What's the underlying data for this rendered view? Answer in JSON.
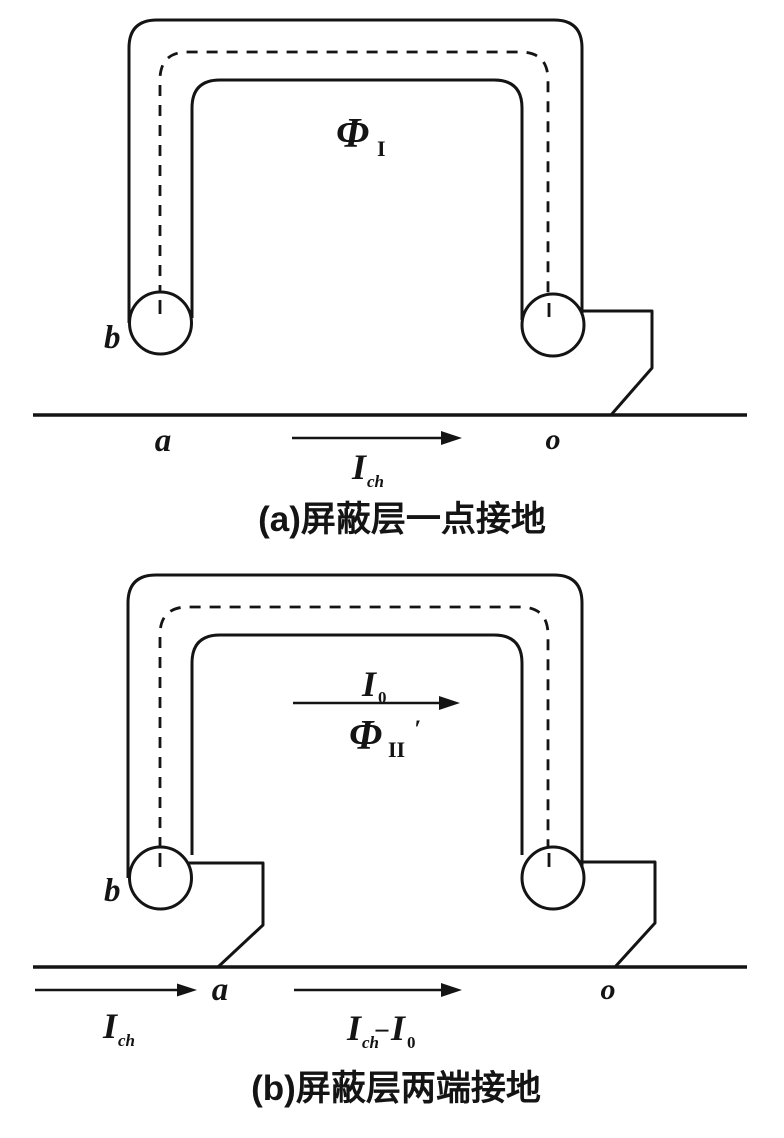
{
  "colors": {
    "ink": "#141414",
    "background": "#ffffff"
  },
  "diagram_a": {
    "caption": "(a)屏蔽层一点接地",
    "flux": {
      "symbol": "Φ",
      "subscript": "I"
    },
    "node_b": "b",
    "node_a": "a",
    "node_o": "o",
    "current_arrow": {
      "symbol": "I",
      "subscript": "ch"
    }
  },
  "diagram_b": {
    "caption": "(b)屏蔽层两端接地",
    "shield_current": {
      "symbol": "I",
      "subscript": "0"
    },
    "flux": {
      "symbol": "Φ",
      "subscript": "II",
      "prime": "′"
    },
    "node_b": "b",
    "node_a": "a",
    "node_o": "o",
    "current_in": {
      "symbol": "I",
      "subscript": "ch"
    },
    "current_ground": {
      "symbol": "I",
      "subscript": "ch",
      "minus": "−",
      "symbol2": "I",
      "subscript2": "0"
    }
  }
}
